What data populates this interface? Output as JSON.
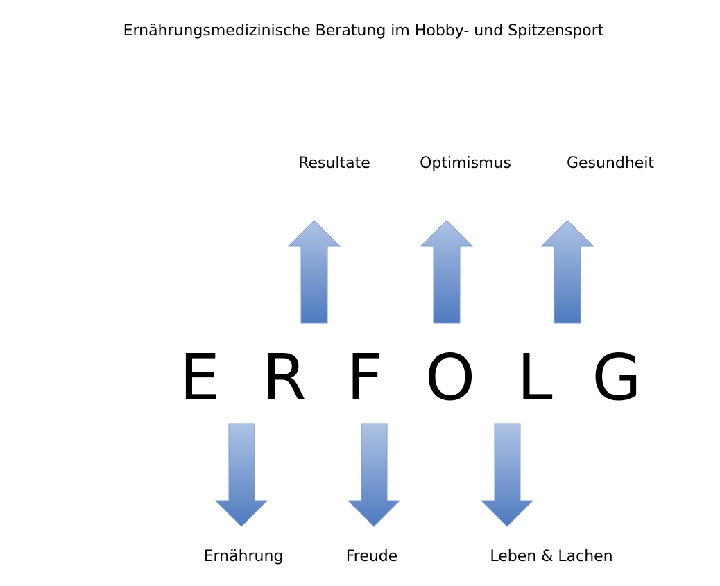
{
  "title": "Ernährungsmedizinische Beratung im Hobby- und Spitzensport",
  "word": [
    "E",
    "R",
    "F",
    "O",
    "L",
    "G"
  ],
  "top_labels": [
    "Resultate",
    "Optimismus",
    "Gesundheit"
  ],
  "bottom_labels": [
    "Ernährung",
    "Freude",
    "Leben & Lachen"
  ],
  "arrow_colors": {
    "light": "#aec3e4",
    "dark": "#4e7abf",
    "stroke": "#7d9ccc"
  }
}
